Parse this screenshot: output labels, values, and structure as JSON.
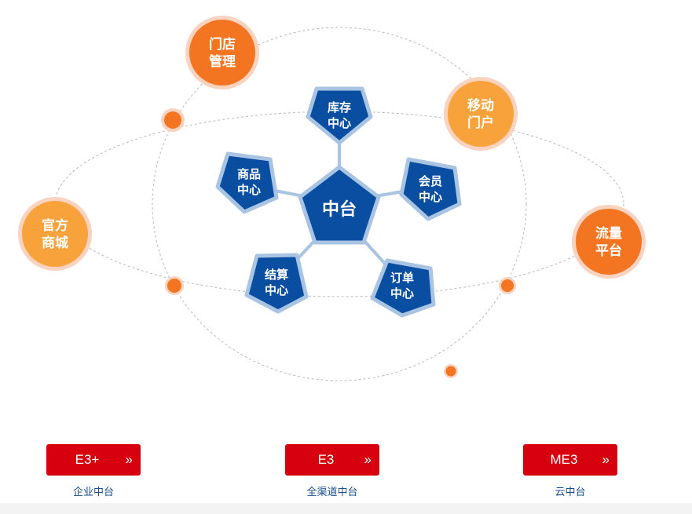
{
  "diagram": {
    "center": "中台",
    "centers": [
      {
        "id": "inventory",
        "line1": "库存",
        "line2": "中心"
      },
      {
        "id": "member",
        "line1": "会员",
        "line2": "中心"
      },
      {
        "id": "order",
        "line1": "订单",
        "line2": "中心"
      },
      {
        "id": "settlement",
        "line1": "结算",
        "line2": "中心"
      },
      {
        "id": "product",
        "line1": "商品",
        "line2": "中心"
      }
    ],
    "channels": [
      {
        "id": "store",
        "line1": "门店",
        "line2": "管理"
      },
      {
        "id": "mobile",
        "line1": "移动",
        "line2": "门户"
      },
      {
        "id": "traffic",
        "line1": "流量",
        "line2": "平台"
      },
      {
        "id": "official",
        "line1": "官方",
        "line2": "商城"
      }
    ]
  },
  "colors": {
    "hexagon_blue": "#0a4ea2",
    "hexagon_border": "#a9c4e2",
    "orange": "#f37521",
    "orange_light": "#f7a23a",
    "button_red": "#d7000f",
    "subtitle_blue": "#1a4f8f"
  },
  "products": [
    {
      "label": "E3+",
      "chevron": "»",
      "subtitle": "企业中台"
    },
    {
      "label": "E3",
      "chevron": "»",
      "subtitle": "全渠道中台"
    },
    {
      "label": "ME3",
      "chevron": "»",
      "subtitle": "云中台"
    }
  ]
}
